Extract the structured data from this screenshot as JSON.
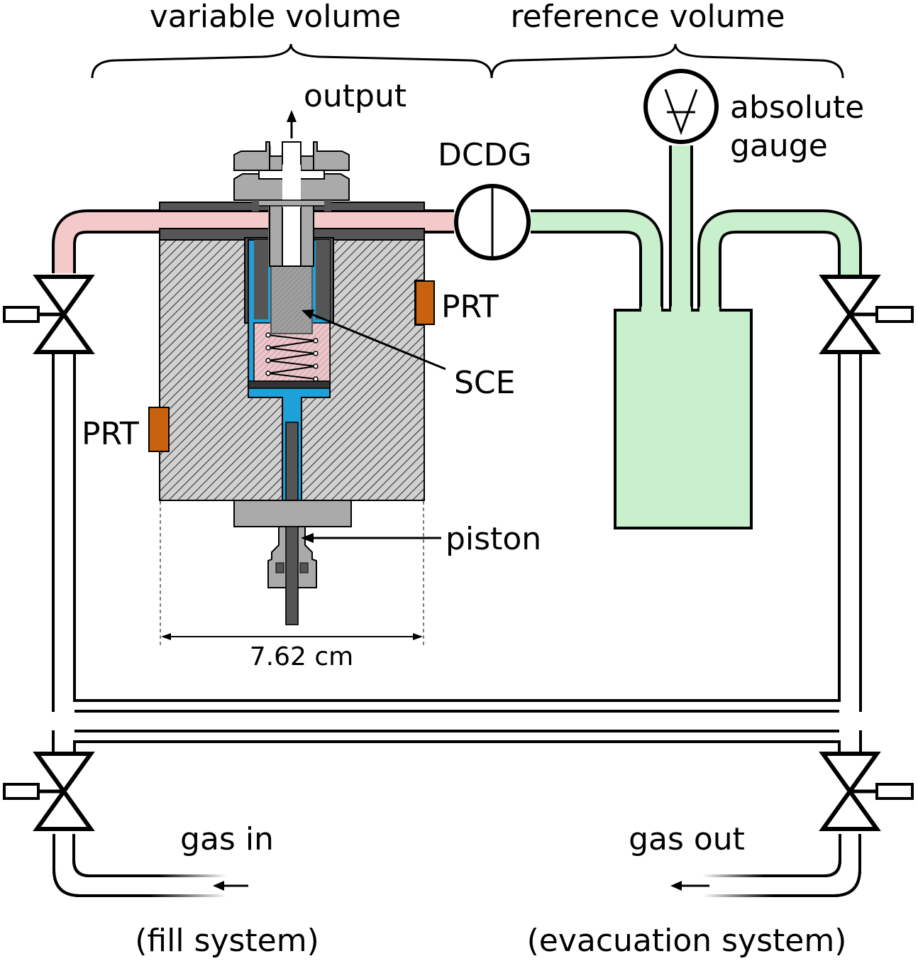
{
  "labels": {
    "variable_volume": "variable volume",
    "reference_volume": "reference volume",
    "output": "output",
    "dcdg": "DCDG",
    "absolute_gauge_line1": "absolute",
    "absolute_gauge_line2": "gauge",
    "prt_right": "PRT",
    "prt_left": "PRT",
    "sce": "SCE",
    "piston": "piston",
    "dimension": "7.62 cm",
    "gas_in": "gas in",
    "gas_out": "gas out",
    "fill_system": "(fill system)",
    "evacuation_system": "(evacuation system)"
  },
  "colors": {
    "pink_tube": "#f4c9c9",
    "green_tube": "#c8f0cc",
    "metal_gray": "#aaaaaa",
    "dark_gray": "#555555",
    "blue_gas": "#1ea0d8",
    "prt_orange": "#c8620f",
    "hatch_bg": "#cccccc"
  }
}
